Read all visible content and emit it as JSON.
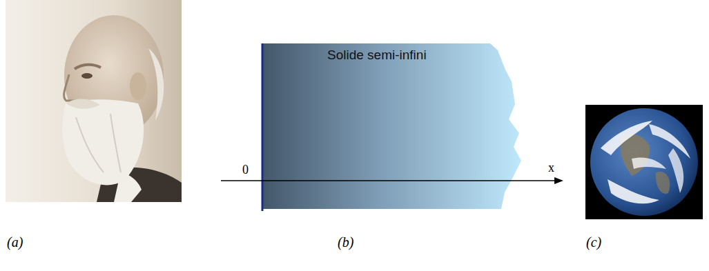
{
  "diagram": {
    "nodes": [
      {
        "text": [
          "Solide semi-infini"
        ]
      }
    ],
    "labels": [
      "0",
      "x",
      "(a)",
      "(b)",
      "(c)"
    ]
  }
}
